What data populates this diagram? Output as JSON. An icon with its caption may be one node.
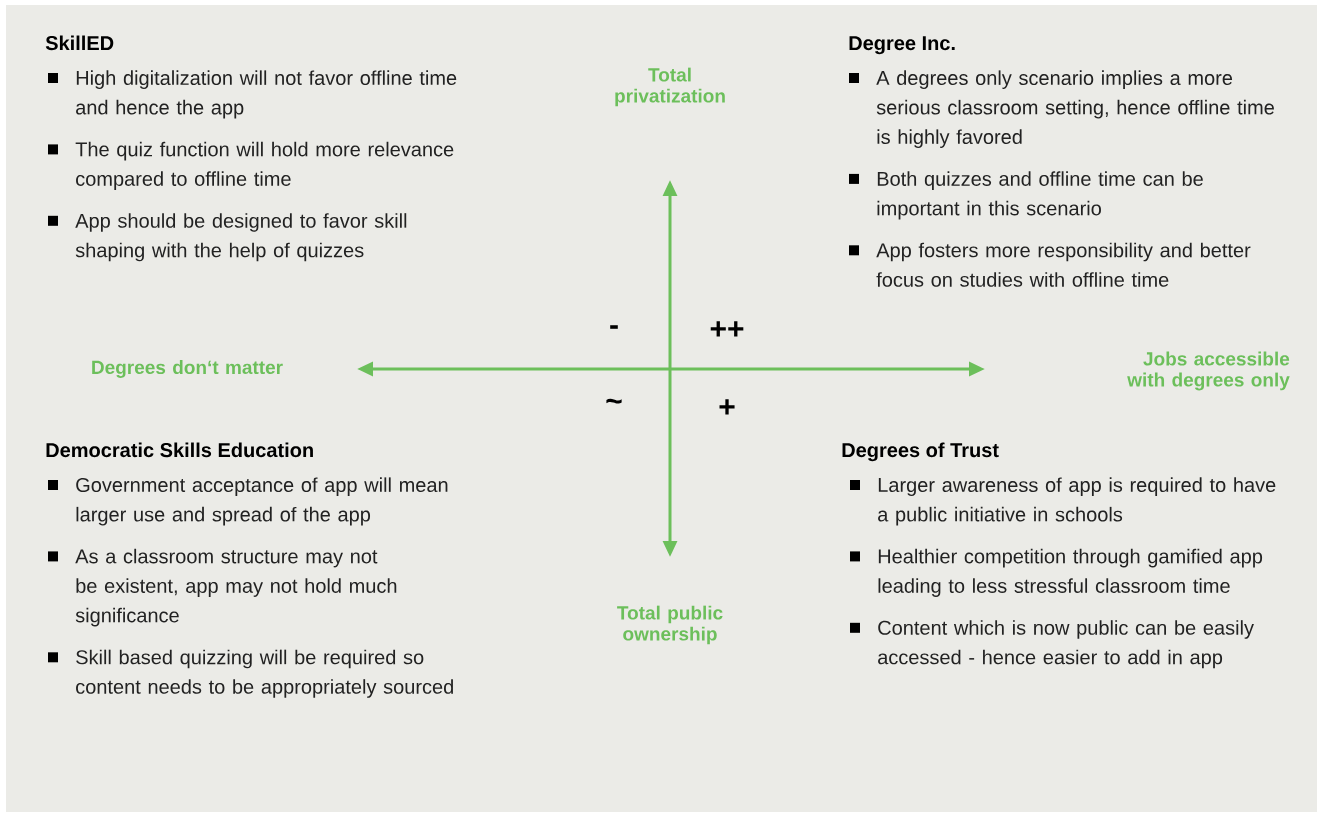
{
  "diagram": {
    "labels": [
      "SkillED",
      "High digitalization will not favor offline time and hence the app",
      "The quiz function will hold more relevance compared to offline time",
      "App should be designed to favor skill shaping with the help of quizzes",
      "Total privatization",
      "Degree Inc.",
      "A degrees only scenario implies a more serious classroom setting, hence offline time is highly favored",
      "Both quizzes and offline time can be important in this scenario",
      "App fosters more responsibility and better focus on studies with offline time",
      "-",
      "++",
      "Degrees don‘t matter",
      "Jobs accessible with degrees only",
      "~",
      "+",
      "Democratic Skills Education",
      "Government acceptance of app will mean larger use and spread of the app",
      "As a classroom structure may not be existent, app may not hold much significance",
      "Skill based quizzing will be required so content needs to be appropriately sourced",
      "Degrees of Trust",
      "Larger awareness  of app is required to have a public initiative in schools",
      "Healthier competition through gamified app leading to less stressful classroom time",
      "Content which is now public can be easily accessed - hence easier to add in app",
      "Total public ownership"
    ]
  }
}
